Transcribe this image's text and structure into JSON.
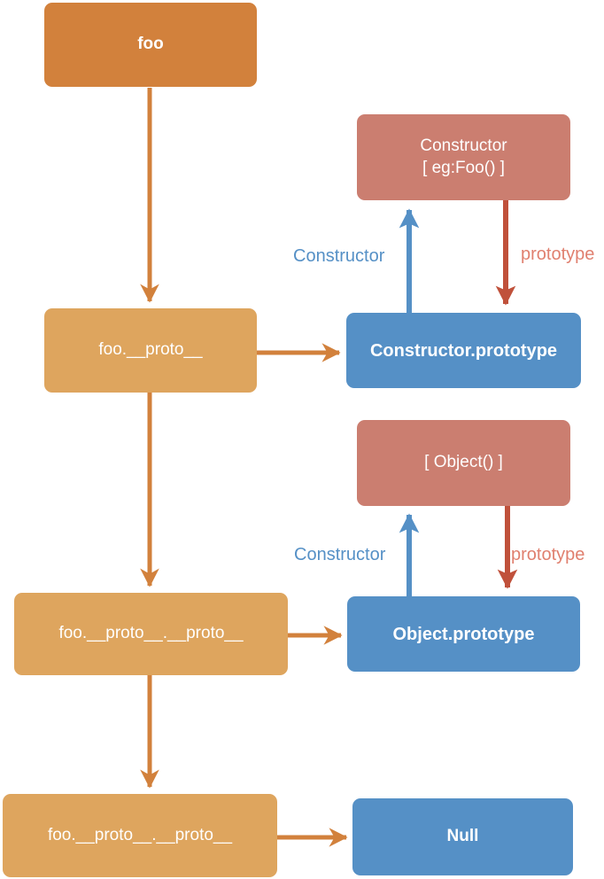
{
  "diagram": {
    "description": "JavaScript prototype chain diagram",
    "nodes": {
      "foo": {
        "label": "foo"
      },
      "foo_proto": {
        "label": "foo.__proto__"
      },
      "constructor_fn": {
        "line1": "Constructor",
        "line2": "[ eg:Foo() ]"
      },
      "constructor_prototype": {
        "label": "Constructor.prototype"
      },
      "object_fn": {
        "label": "[ Object() ]"
      },
      "foo_proto_proto": {
        "label": "foo.__proto__.__proto__"
      },
      "object_prototype": {
        "label": "Object.prototype"
      },
      "foo_proto_proto_2": {
        "label": "foo.__proto__.__proto__"
      },
      "null_node": {
        "label": "Null"
      }
    },
    "edge_labels": {
      "constructor_1": "Constructor",
      "prototype_1": "prototype",
      "constructor_2": "Constructor",
      "prototype_2": "prototype"
    },
    "colors": {
      "foo_box": "#d2813c",
      "proto_box": "#dea55e",
      "constructor_box": "#cb7e70",
      "prototype_box": "#5590c6",
      "flow_arrow": "#d2813c",
      "constructor_arrow": "#5590c6",
      "prototype_arrow": "#c0513b",
      "prototype_label": "#e0806f",
      "background": "#ffffff",
      "node_text": "#ffffff"
    }
  }
}
